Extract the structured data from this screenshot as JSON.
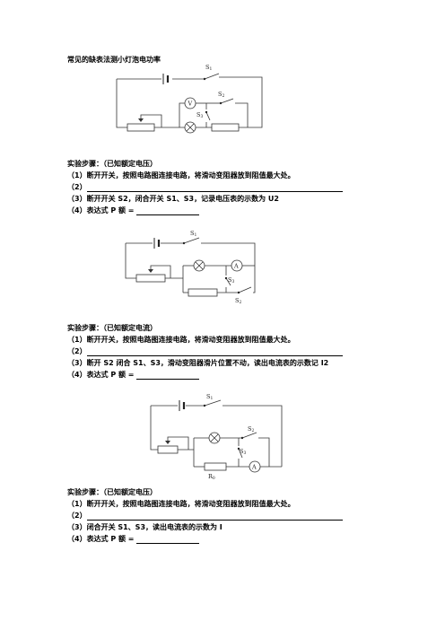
{
  "title": "常见的缺表法测小灯泡电功率",
  "sections": [
    {
      "heading": "实验步骤：（已知额定电压）",
      "steps": [
        "（1）断开开关，按照电路图连接电路，将滑动变阻器放到阻值最大处。",
        "（2）",
        "（3）断开开关 S2，闭合开关 S1、S3，记录电压表的示数为 U2",
        "（4）表达式 P 额 ="
      ]
    },
    {
      "heading": "实验步骤：（已知额定电流）",
      "steps": [
        "（1）断开开关，按照电路图连接电路，将滑动变阻器放到阻值最大处。",
        "（2）",
        "（3）断开 S2 闭合 S1、S3，滑动变阻器滑片位置不动，读出电流表的示数记 I2",
        "（4）表达式 P 额 ="
      ]
    },
    {
      "heading": "实验步骤：（已知额定电压）",
      "steps": [
        "（1）断开开关，按照电路图连接电路，将滑动变阻器放到阻值最大处。",
        "（2）",
        "（3）闭合开关 S1、S3，读出电流表的示数为 I",
        "（4）表达式 P 额 ="
      ]
    }
  ],
  "diagram_labels": {
    "c1": {
      "s1": "S1",
      "s2": "S2",
      "s3": "S3",
      "meter": "V"
    },
    "c2": {
      "s1": "S1",
      "s2": "S2",
      "s3": "S3",
      "meter": "A"
    },
    "c3": {
      "s1": "S1",
      "s2": "S2",
      "s3": "S3",
      "meter": "A",
      "r0": "R0"
    }
  }
}
